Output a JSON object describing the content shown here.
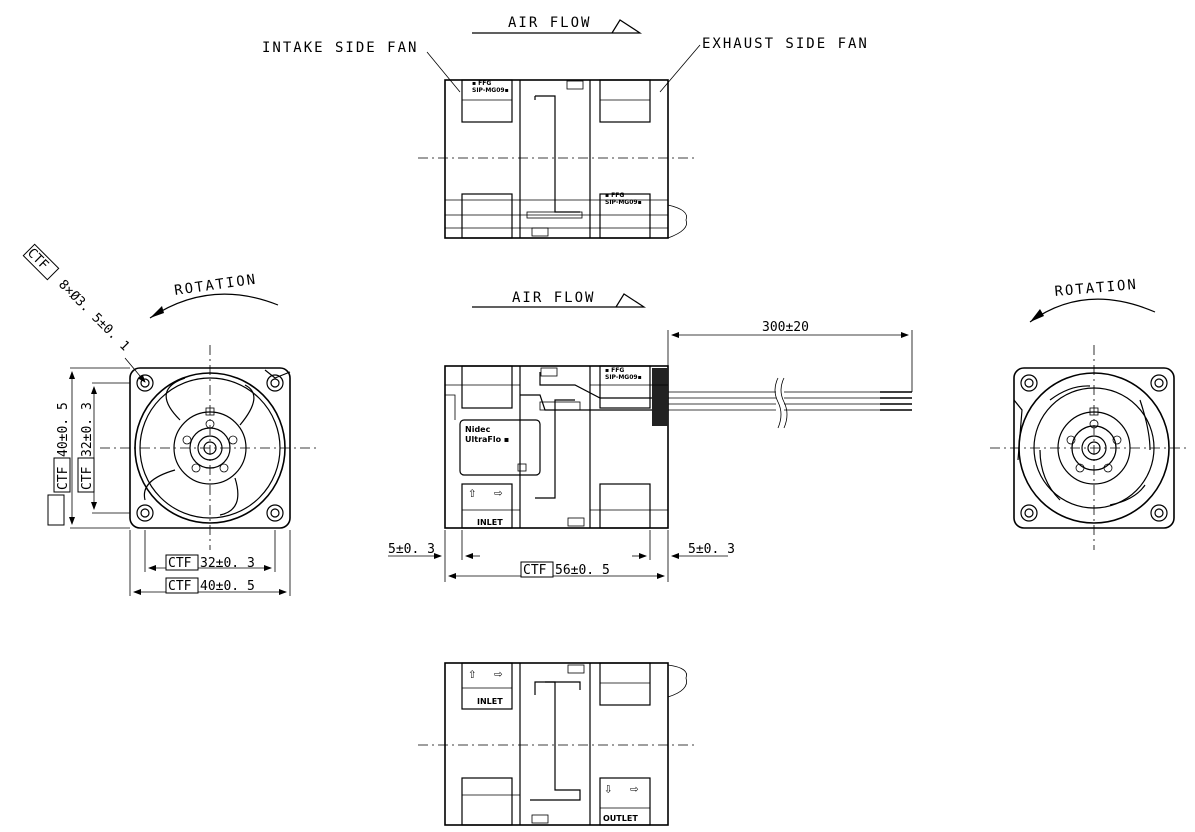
{
  "labels": {
    "air_flow": "AIR FLOW",
    "intake_side_fan": "INTAKE SIDE FAN",
    "exhaust_side_fan": "EXHAUST SIDE FAN",
    "rotation": "ROTATION",
    "inlet": "INLET",
    "outlet": "OUTLET"
  },
  "dimensions": {
    "cable_length": "300±20",
    "hole_ctf": "CTF",
    "hole_spec": "8×Ø3. 5±0. 1",
    "ctf": "CTF",
    "height_outer": "40±0. 5",
    "height_inner": "32±0. 3",
    "width_inner": "32±0. 3",
    "width_outer": "40±0. 5",
    "depth": "56±0. 5",
    "offset_left": "5±0. 3",
    "offset_right": "5±0. 3"
  }
}
